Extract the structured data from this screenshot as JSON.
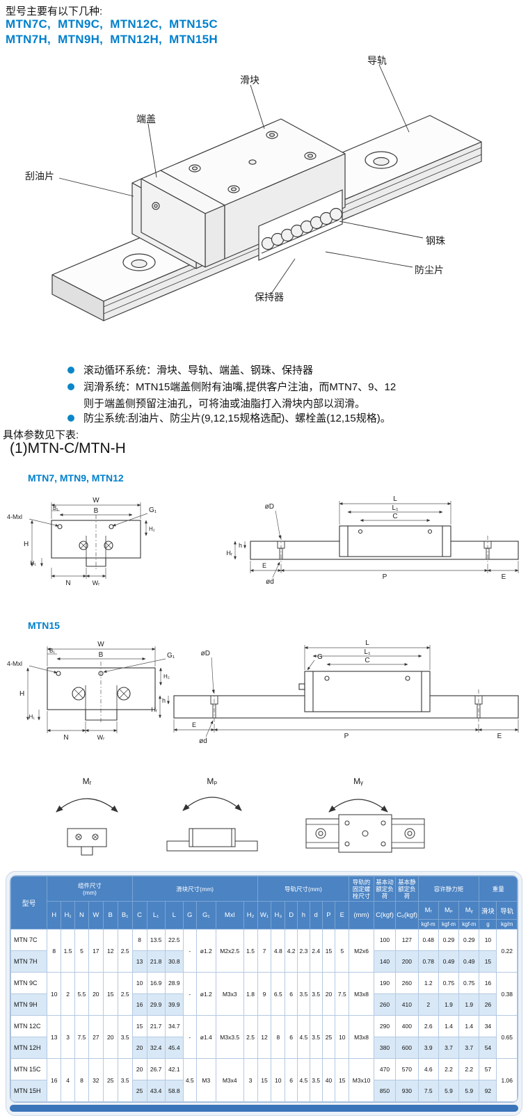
{
  "colors": {
    "accent": "#0080cc",
    "table_header_bg": "#4b83c3",
    "row_alt_bg": "#d9e8f6",
    "footer_bar": "#3a74b9"
  },
  "header": {
    "intro": "型号主要有以下几种:",
    "models_line1": "MTN7C,  MTN9C,  MTN12C,  MTN15C",
    "models_line2": "MTN7H,  MTN9H,  MTN12H,  MTN15H"
  },
  "assembly_labels": {
    "rail": "导轨",
    "block": "滑块",
    "end_cap": "端盖",
    "scraper": "刮油片",
    "balls": "钢珠",
    "dust_sheet": "防尘片",
    "retainer": "保持器"
  },
  "bullets": [
    {
      "text": "滚动循环系统：滑块、导轨、端盖、钢珠、保持器"
    },
    {
      "text": "润滑系统：MTN15端盖侧附有油嘴,提供客户注油，而MTN7、9、12",
      "text2": "则于端盖侧预留注油孔，可将油或油脂打入滑块内部以润滑。"
    },
    {
      "text": "防尘系统:刮油片、防尘片(9,12,15规格选配)、螺栓盖(12,15规格)。"
    }
  ],
  "section": {
    "params_intro": "具体参数见下表:",
    "title": "(1)MTN-C/MTN-H",
    "drawing1_title": "MTN7, MTN9, MTN12",
    "drawing2_title": "MTN15"
  },
  "dims": {
    "W": "W",
    "B": "B",
    "B1": "B₁",
    "G1": "G₁",
    "MXL": "4-Mxl",
    "H": "H",
    "H1": "H₁",
    "H2": "H₂",
    "N": "N",
    "WR": "Wᵣ",
    "L": "L",
    "L1": "L₁",
    "C": "C",
    "DD": "øD",
    "Dd": "ød",
    "hh": "h",
    "HR": "Hᵣ",
    "E": "E",
    "P": "P",
    "G": "G"
  },
  "moments": {
    "MR": "Mᵣ",
    "MP": "Mₚ",
    "MY": "Mᵧ"
  },
  "table": {
    "model_header": "型号",
    "groups": [
      {
        "label": "组件尺寸\n(mm)",
        "span": 6
      },
      {
        "label": "滑块尺寸(mm)",
        "span": 7
      },
      {
        "label": "导轨尺寸(mm)",
        "span": 7
      },
      {
        "label": "导轨的固定螺栓尺寸",
        "span": 1
      },
      {
        "label": "基本动额定负荷",
        "span": 1
      },
      {
        "label": "基本静额定负荷",
        "span": 1
      },
      {
        "label": "容许静力矩",
        "span": 3
      },
      {
        "label": "重量",
        "span": 2
      }
    ],
    "letters": [
      "H",
      "H₁",
      "N",
      "W",
      "B",
      "B₁",
      "C",
      "L₁",
      "L",
      "G",
      "G₁",
      "Mxl",
      "H₂",
      "W₁",
      "H₃",
      "D",
      "h",
      "d",
      "P",
      "E"
    ],
    "single_cols": [
      "(mm)",
      "C(kgf)",
      "C₀(kgf)"
    ],
    "moment_cols": [
      "Mᵣ",
      "Mₚ",
      "Mᵧ"
    ],
    "weight_cols": [
      "滑块",
      "导轨"
    ],
    "units": [
      "kgf-m",
      "kgf-m",
      "kgf-m",
      "g",
      "kg/m"
    ],
    "rows": [
      [
        {
          "v": "MTN 7C"
        },
        {
          "v": "8",
          "rs": 2
        },
        {
          "v": "1.5",
          "rs": 2
        },
        {
          "v": "5",
          "rs": 2
        },
        {
          "v": "17",
          "rs": 2
        },
        {
          "v": "12",
          "rs": 2
        },
        {
          "v": "2.5",
          "rs": 2
        },
        {
          "v": "8"
        },
        {
          "v": "13.5"
        },
        {
          "v": "22.5"
        },
        {
          "v": "-",
          "rs": 2
        },
        {
          "v": "ø1.2",
          "rs": 2
        },
        {
          "v": "M2x2.5",
          "rs": 2
        },
        {
          "v": "1.5",
          "rs": 2
        },
        {
          "v": "7",
          "rs": 2
        },
        {
          "v": "4.8",
          "rs": 2
        },
        {
          "v": "4.2",
          "rs": 2
        },
        {
          "v": "2.3",
          "rs": 2
        },
        {
          "v": "2.4",
          "rs": 2
        },
        {
          "v": "15",
          "rs": 2
        },
        {
          "v": "5",
          "rs": 2
        },
        {
          "v": "M2x6",
          "rs": 2
        },
        {
          "v": "100"
        },
        {
          "v": "127"
        },
        {
          "v": "0.48"
        },
        {
          "v": "0.29"
        },
        {
          "v": "0.29"
        },
        {
          "v": "10"
        },
        {
          "v": "0.22",
          "rs": 2
        }
      ],
      [
        {
          "v": "MTN 7H"
        },
        {
          "v": "13"
        },
        {
          "v": "21.8"
        },
        {
          "v": "30.8"
        },
        {
          "v": "140"
        },
        {
          "v": "200"
        },
        {
          "v": "0.78"
        },
        {
          "v": "0.49"
        },
        {
          "v": "0.49"
        },
        {
          "v": "15"
        }
      ],
      [
        {
          "v": "MTN 9C"
        },
        {
          "v": "10",
          "rs": 2
        },
        {
          "v": "2",
          "rs": 2
        },
        {
          "v": "5.5",
          "rs": 2
        },
        {
          "v": "20",
          "rs": 2
        },
        {
          "v": "15",
          "rs": 2
        },
        {
          "v": "2.5",
          "rs": 2
        },
        {
          "v": "10"
        },
        {
          "v": "16.9"
        },
        {
          "v": "28.9"
        },
        {
          "v": "-",
          "rs": 2
        },
        {
          "v": "ø1.2",
          "rs": 2
        },
        {
          "v": "M3x3",
          "rs": 2
        },
        {
          "v": "1.8",
          "rs": 2
        },
        {
          "v": "9",
          "rs": 2
        },
        {
          "v": "6.5",
          "rs": 2
        },
        {
          "v": "6",
          "rs": 2
        },
        {
          "v": "3.5",
          "rs": 2
        },
        {
          "v": "3.5",
          "rs": 2
        },
        {
          "v": "20",
          "rs": 2
        },
        {
          "v": "7.5",
          "rs": 2
        },
        {
          "v": "M3x8",
          "rs": 2
        },
        {
          "v": "190"
        },
        {
          "v": "260"
        },
        {
          "v": "1.2"
        },
        {
          "v": "0.75"
        },
        {
          "v": "0.75"
        },
        {
          "v": "16"
        },
        {
          "v": "0.38",
          "rs": 2
        }
      ],
      [
        {
          "v": "MTN 9H"
        },
        {
          "v": "16"
        },
        {
          "v": "29.9"
        },
        {
          "v": "39.9"
        },
        {
          "v": "260"
        },
        {
          "v": "410"
        },
        {
          "v": "2"
        },
        {
          "v": "1.9"
        },
        {
          "v": "1.9"
        },
        {
          "v": "26"
        }
      ],
      [
        {
          "v": "MTN 12C"
        },
        {
          "v": "13",
          "rs": 2
        },
        {
          "v": "3",
          "rs": 2
        },
        {
          "v": "7.5",
          "rs": 2
        },
        {
          "v": "27",
          "rs": 2
        },
        {
          "v": "20",
          "rs": 2
        },
        {
          "v": "3.5",
          "rs": 2
        },
        {
          "v": "15"
        },
        {
          "v": "21.7"
        },
        {
          "v": "34.7"
        },
        {
          "v": "-",
          "rs": 2
        },
        {
          "v": "ø1.4",
          "rs": 2
        },
        {
          "v": "M3x3.5",
          "rs": 2
        },
        {
          "v": "2.5",
          "rs": 2
        },
        {
          "v": "12",
          "rs": 2
        },
        {
          "v": "8",
          "rs": 2
        },
        {
          "v": "6",
          "rs": 2
        },
        {
          "v": "4.5",
          "rs": 2
        },
        {
          "v": "3.5",
          "rs": 2
        },
        {
          "v": "25",
          "rs": 2
        },
        {
          "v": "10",
          "rs": 2
        },
        {
          "v": "M3x8",
          "rs": 2
        },
        {
          "v": "290"
        },
        {
          "v": "400"
        },
        {
          "v": "2.6"
        },
        {
          "v": "1.4"
        },
        {
          "v": "1.4"
        },
        {
          "v": "34"
        },
        {
          "v": "0.65",
          "rs": 2
        }
      ],
      [
        {
          "v": "MTN 12H"
        },
        {
          "v": "20"
        },
        {
          "v": "32.4"
        },
        {
          "v": "45.4"
        },
        {
          "v": "380"
        },
        {
          "v": "600"
        },
        {
          "v": "3.9"
        },
        {
          "v": "3.7"
        },
        {
          "v": "3.7"
        },
        {
          "v": "54"
        }
      ],
      [
        {
          "v": "MTN 15C"
        },
        {
          "v": "16",
          "rs": 2
        },
        {
          "v": "4",
          "rs": 2
        },
        {
          "v": "8",
          "rs": 2
        },
        {
          "v": "32",
          "rs": 2
        },
        {
          "v": "25",
          "rs": 2
        },
        {
          "v": "3.5",
          "rs": 2
        },
        {
          "v": "20"
        },
        {
          "v": "26.7"
        },
        {
          "v": "42.1"
        },
        {
          "v": "4.5",
          "rs": 2
        },
        {
          "v": "M3",
          "rs": 2
        },
        {
          "v": "M3x4",
          "rs": 2
        },
        {
          "v": "3",
          "rs": 2
        },
        {
          "v": "15",
          "rs": 2
        },
        {
          "v": "10",
          "rs": 2
        },
        {
          "v": "6",
          "rs": 2
        },
        {
          "v": "4.5",
          "rs": 2
        },
        {
          "v": "3.5",
          "rs": 2
        },
        {
          "v": "40",
          "rs": 2
        },
        {
          "v": "15",
          "rs": 2
        },
        {
          "v": "M3x10",
          "rs": 2
        },
        {
          "v": "470"
        },
        {
          "v": "570"
        },
        {
          "v": "4.6"
        },
        {
          "v": "2.2"
        },
        {
          "v": "2.2"
        },
        {
          "v": "57"
        },
        {
          "v": "1.06",
          "rs": 2
        }
      ],
      [
        {
          "v": "MTN 15H"
        },
        {
          "v": "25"
        },
        {
          "v": "43.4"
        },
        {
          "v": "58.8"
        },
        {
          "v": "850"
        },
        {
          "v": "930"
        },
        {
          "v": "7.5"
        },
        {
          "v": "5.9"
        },
        {
          "v": "5.9"
        },
        {
          "v": "92"
        }
      ]
    ]
  }
}
